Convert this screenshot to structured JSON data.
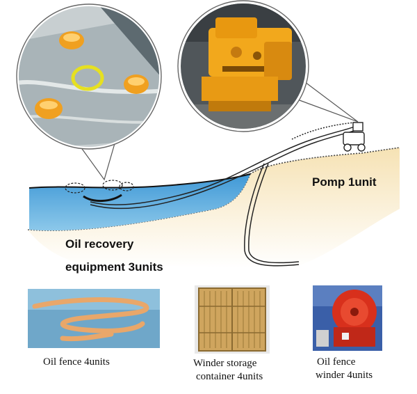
{
  "labels": {
    "pump": "Pomp 1unit",
    "oil_recovery_line1": "Oil recovery",
    "oil_recovery_line2": "equipment 3units",
    "oil_fence": "Oil fence 4units",
    "winder_storage_line1": "Winder storage",
    "winder_storage_line2": "container 4units",
    "oil_fence_winder_line1": "Oil fence",
    "oil_fence_winder_line2": "winder 4units"
  },
  "colors": {
    "water": "#5aa8d8",
    "ground": "#f3d79a",
    "equipment_orange": "#f0a020",
    "winder_red": "#d8301c",
    "container_tan": "#cfa55e",
    "hose": "#222222"
  }
}
